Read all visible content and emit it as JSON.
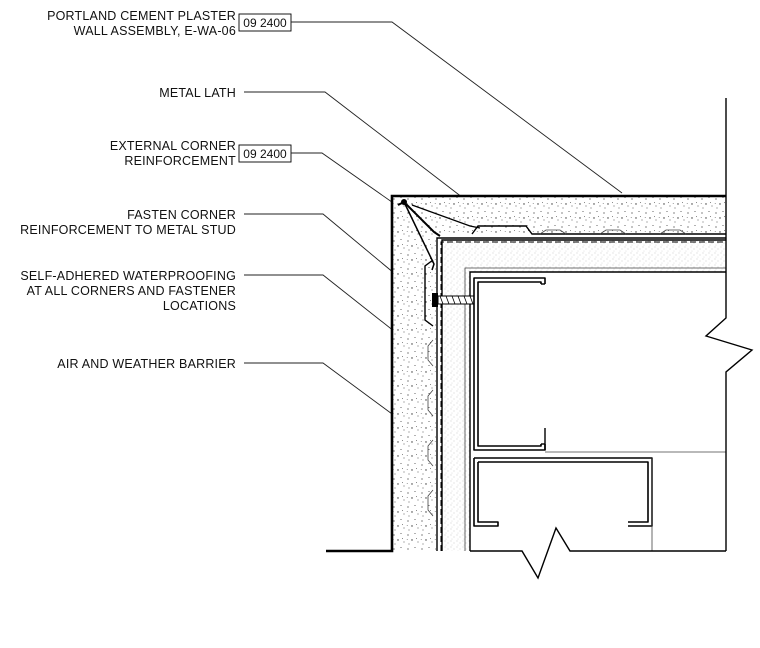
{
  "callouts": [
    {
      "id": "plaster-assembly",
      "lines": [
        "PORTLAND CEMENT PLASTER",
        "WALL ASSEMBLY, E-WA-06"
      ],
      "tag": "09 2400"
    },
    {
      "id": "metal-lath",
      "lines": [
        "METAL LATH"
      ],
      "tag": ""
    },
    {
      "id": "external-corner",
      "lines": [
        "EXTERNAL CORNER",
        "REINFORCEMENT"
      ],
      "tag": "09 2400"
    },
    {
      "id": "fasten-corner",
      "lines": [
        "FASTEN CORNER",
        "REINFORCEMENT TO METAL STUD"
      ],
      "tag": ""
    },
    {
      "id": "waterproofing",
      "lines": [
        "SELF-ADHERED WATERPROOFING",
        "AT ALL CORNERS AND FASTENER",
        "LOCATIONS"
      ],
      "tag": ""
    },
    {
      "id": "air-barrier",
      "lines": [
        "AIR AND WEATHER BARRIER"
      ],
      "tag": ""
    }
  ]
}
